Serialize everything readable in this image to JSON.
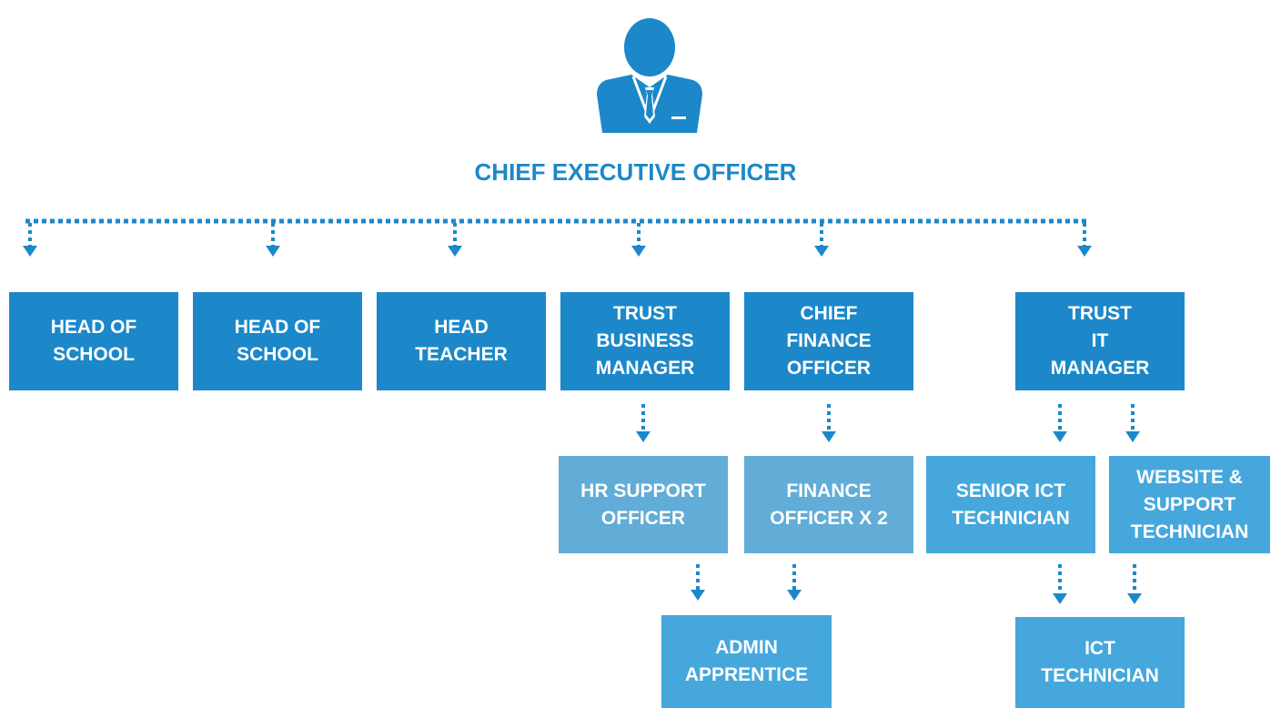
{
  "root": {
    "title": "CHIEF EXECUTIVE OFFICER",
    "icon": "businessman-icon"
  },
  "roles": {
    "head_of_school_1": [
      "HEAD OF",
      "SCHOOL"
    ],
    "head_of_school_2": [
      "HEAD OF",
      "SCHOOL"
    ],
    "head_teacher": [
      "HEAD",
      "TEACHER"
    ],
    "trust_business_manager": [
      "TRUST",
      "BUSINESS",
      "MANAGER"
    ],
    "chief_finance_officer": [
      "CHIEF",
      "FINANCE",
      "OFFICER"
    ],
    "trust_it_manager": [
      "TRUST",
      "IT",
      "MANAGER"
    ],
    "hr_support_officer": [
      "HR SUPPORT",
      "OFFICER"
    ],
    "finance_officer": [
      "FINANCE",
      "OFFICER X 2"
    ],
    "senior_ict_technician": [
      "SENIOR ICT",
      "TECHNICIAN"
    ],
    "website_support_technician": [
      "WEBSITE &",
      "SUPPORT",
      "TECHNICIAN"
    ],
    "admin_apprentice": [
      "ADMIN",
      "APPRENTICE"
    ],
    "ict_technician": [
      "ICT",
      "TECHNICIAN"
    ]
  },
  "colors": {
    "primary": "#1c88c9",
    "secondary": "#46a7dd",
    "pale": "#62acd8",
    "text_on_box": "#ffffff"
  },
  "reporting_lines": [
    [
      "chief_executive_officer",
      "head_of_school_1"
    ],
    [
      "chief_executive_officer",
      "head_of_school_2"
    ],
    [
      "chief_executive_officer",
      "head_teacher"
    ],
    [
      "chief_executive_officer",
      "trust_business_manager"
    ],
    [
      "chief_executive_officer",
      "chief_finance_officer"
    ],
    [
      "chief_executive_officer",
      "trust_it_manager"
    ],
    [
      "trust_business_manager",
      "hr_support_officer"
    ],
    [
      "chief_finance_officer",
      "finance_officer"
    ],
    [
      "trust_it_manager",
      "senior_ict_technician"
    ],
    [
      "trust_it_manager",
      "website_support_technician"
    ],
    [
      "hr_support_officer",
      "admin_apprentice"
    ],
    [
      "finance_officer",
      "admin_apprentice"
    ],
    [
      "senior_ict_technician",
      "ict_technician"
    ],
    [
      "website_support_technician",
      "ict_technician"
    ]
  ]
}
